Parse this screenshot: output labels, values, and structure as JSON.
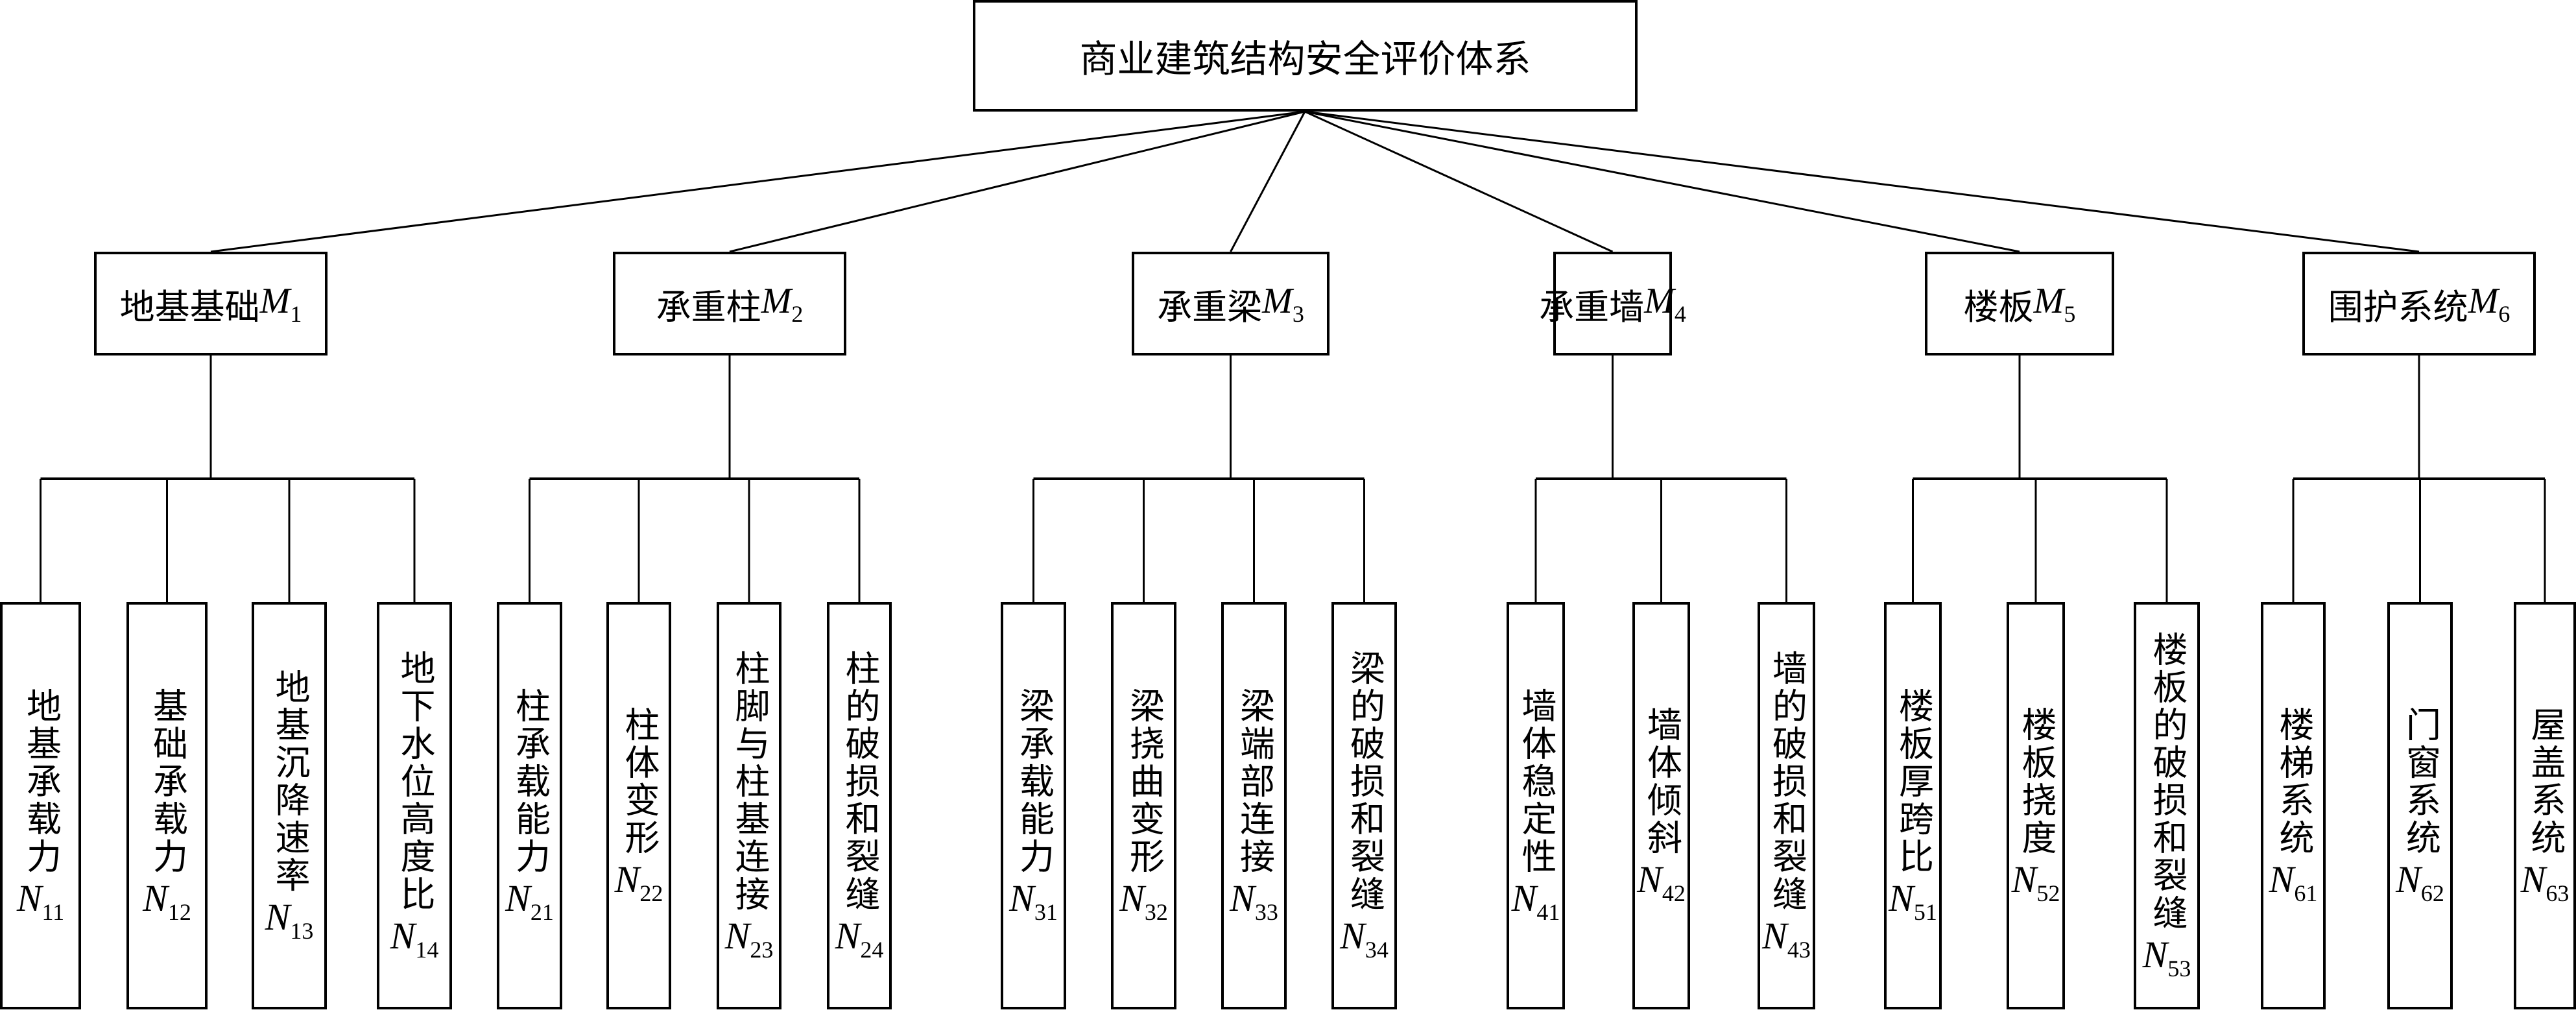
{
  "root": {
    "label": "商业建筑结构安全评价体系"
  },
  "criteria": [
    {
      "name": "地基基础",
      "symbol": "M",
      "index": "1",
      "indicators": [
        {
          "name": "地基承载力",
          "symbol": "N",
          "index": "11"
        },
        {
          "name": "基础承载力",
          "symbol": "N",
          "index": "12"
        },
        {
          "name": "地基沉降速率",
          "symbol": "N",
          "index": "13"
        },
        {
          "name": "地下水位高度比",
          "symbol": "N",
          "index": "14"
        }
      ]
    },
    {
      "name": "承重柱",
      "symbol": "M",
      "index": "2",
      "indicators": [
        {
          "name": "柱承载能力",
          "symbol": "N",
          "index": "21"
        },
        {
          "name": "柱体变形",
          "symbol": "N",
          "index": "22"
        },
        {
          "name": "柱脚与柱基连接",
          "symbol": "N",
          "index": "23"
        },
        {
          "name": "柱的破损和裂缝",
          "symbol": "N",
          "index": "24"
        }
      ]
    },
    {
      "name": "承重梁",
      "symbol": "M",
      "index": "3",
      "indicators": [
        {
          "name": "梁承载能力",
          "symbol": "N",
          "index": "31"
        },
        {
          "name": "梁挠曲变形",
          "symbol": "N",
          "index": "32"
        },
        {
          "name": "梁端部连接",
          "symbol": "N",
          "index": "33"
        },
        {
          "name": "梁的破损和裂缝",
          "symbol": "N",
          "index": "34"
        }
      ]
    },
    {
      "name": "承重墙",
      "symbol": "M",
      "index": "4",
      "indicators": [
        {
          "name": "墙体稳定性",
          "symbol": "N",
          "index": "41"
        },
        {
          "name": "墙体倾斜",
          "symbol": "N",
          "index": "42"
        },
        {
          "name": "墙的破损和裂缝",
          "symbol": "N",
          "index": "43"
        }
      ]
    },
    {
      "name": "楼板",
      "symbol": "M",
      "index": "5",
      "indicators": [
        {
          "name": "楼板厚跨比",
          "symbol": "N",
          "index": "51"
        },
        {
          "name": "楼板挠度",
          "symbol": "N",
          "index": "52"
        },
        {
          "name": "楼板的破损和裂缝",
          "symbol": "N",
          "index": "53"
        }
      ]
    },
    {
      "name": "围护系统",
      "symbol": "M",
      "index": "6",
      "indicators": [
        {
          "name": "楼梯系统",
          "symbol": "N",
          "index": "61"
        },
        {
          "name": "门窗系统",
          "symbol": "N",
          "index": "62"
        },
        {
          "name": "屋盖系统",
          "symbol": "N",
          "index": "63"
        }
      ]
    }
  ]
}
